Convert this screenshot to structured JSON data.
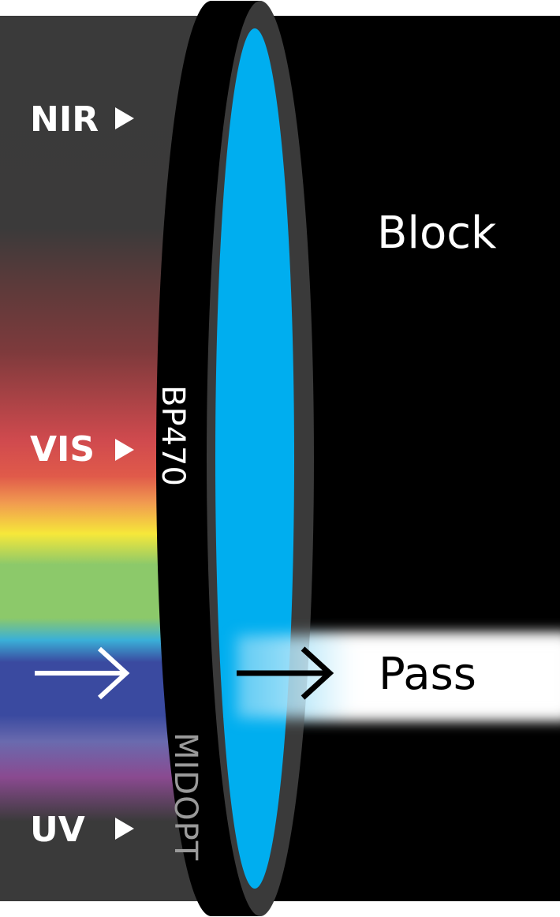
{
  "labels": {
    "nir": "NIR",
    "vis": "VIS",
    "uv": "UV"
  },
  "block_label": "Block",
  "pass_label": "Pass",
  "filter": {
    "model": "BP470",
    "brand": "MIDOPT"
  },
  "colors": {
    "filter_glass": "#00aeef",
    "rim": "#3a3a3a",
    "block_bg": "#000000",
    "spectrum_bg": "#3a3a3a"
  },
  "icons": [
    "arrow-right-icon",
    "play-triangle-icon",
    "midopt-logo-icon"
  ]
}
